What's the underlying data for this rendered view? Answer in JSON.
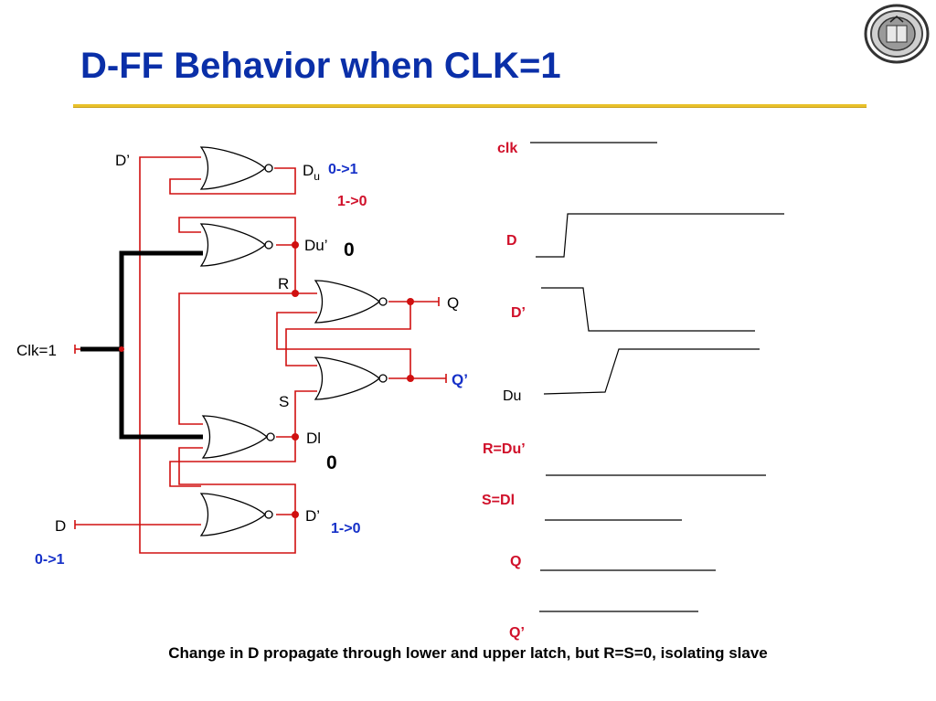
{
  "title": "D-FF Behavior when CLK=1",
  "caption": "Change in D propagate through lower and upper latch, but R=S=0, isolating slave",
  "colors": {
    "title_blue": "#0a2fa8",
    "wire_red": "#d01010",
    "annotation_blue": "#1530c8",
    "annotation_red": "#d0102a",
    "rule_gold": "#e9c12a"
  },
  "circuit": {
    "labels": {
      "d_prime_top": "D’",
      "du_base": "D",
      "du_sub": "u",
      "du_prime": "Du’",
      "r": "R",
      "s": "S",
      "dl": "Dl",
      "d_prime_bottom": "D’",
      "q": "Q",
      "q_prime": "Q’",
      "clk": "Clk=1",
      "d": "D"
    },
    "annotations": {
      "du_change": "0->1",
      "du_prime_change": "1->0",
      "du_prime_value": "0",
      "dl_value": "0",
      "d_prime_change": "1->0",
      "d_change": "0->1"
    }
  },
  "timing": {
    "labels": {
      "clk": "clk",
      "d": "D",
      "d_prime": "D’",
      "du": "Du",
      "r_du": "R=Du’",
      "s_dl": "S=Dl",
      "q": "Q",
      "q_prime": "Q’"
    }
  },
  "seal": {
    "icon": "university-seal-icon"
  }
}
